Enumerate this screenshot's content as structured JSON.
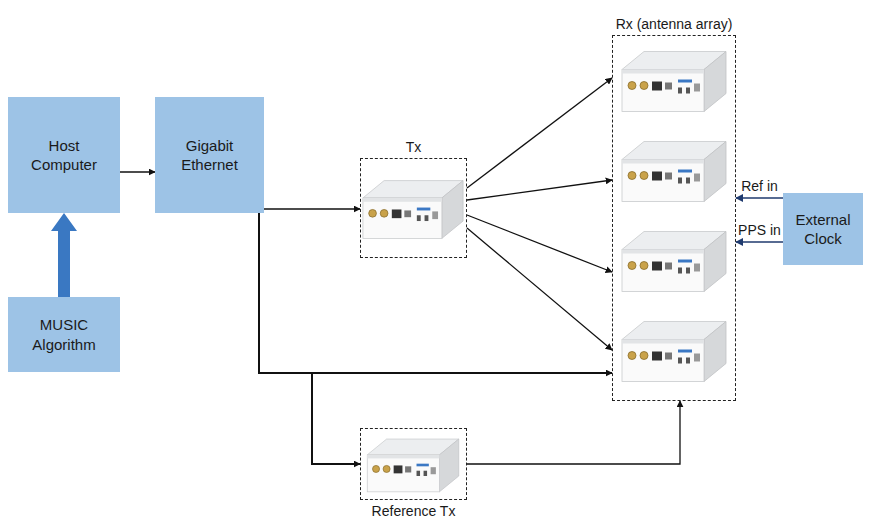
{
  "diagram": {
    "nodes": [
      {
        "text": [
          "Host Computer"
        ]
      },
      {
        "text": [
          "MUSIC Algorithm"
        ]
      },
      {
        "text": [
          "Gigabit Ethernet"
        ]
      },
      {
        "text": [
          "Tx"
        ]
      },
      {
        "text": [
          "Rx (antenna array)"
        ]
      },
      {
        "text": [
          "External Clock"
        ]
      },
      {
        "text": [
          "Reference Tx"
        ]
      }
    ],
    "edges": [
      {
        "from": 1,
        "to": 0,
        "arrow": "to"
      },
      {
        "from": 0,
        "to": 2,
        "arrow": "to"
      },
      {
        "from": 2,
        "to": 3,
        "arrow": "to"
      },
      {
        "from": 3,
        "to": 4,
        "arrow": "to"
      },
      {
        "from": 3,
        "to": 4,
        "arrow": "to"
      },
      {
        "from": 3,
        "to": 4,
        "arrow": "to"
      },
      {
        "from": 3,
        "to": 4,
        "arrow": "to"
      },
      {
        "from": 2,
        "to": 4,
        "arrow": "to"
      },
      {
        "from": 2,
        "to": 6,
        "arrow": "to"
      },
      {
        "from": 6,
        "to": 4,
        "arrow": "to"
      },
      {
        "from": 5,
        "to": 4,
        "label": "Ref in",
        "arrow": "to"
      },
      {
        "from": 5,
        "to": 4,
        "label": "PPS in",
        "arrow": "to"
      }
    ]
  }
}
